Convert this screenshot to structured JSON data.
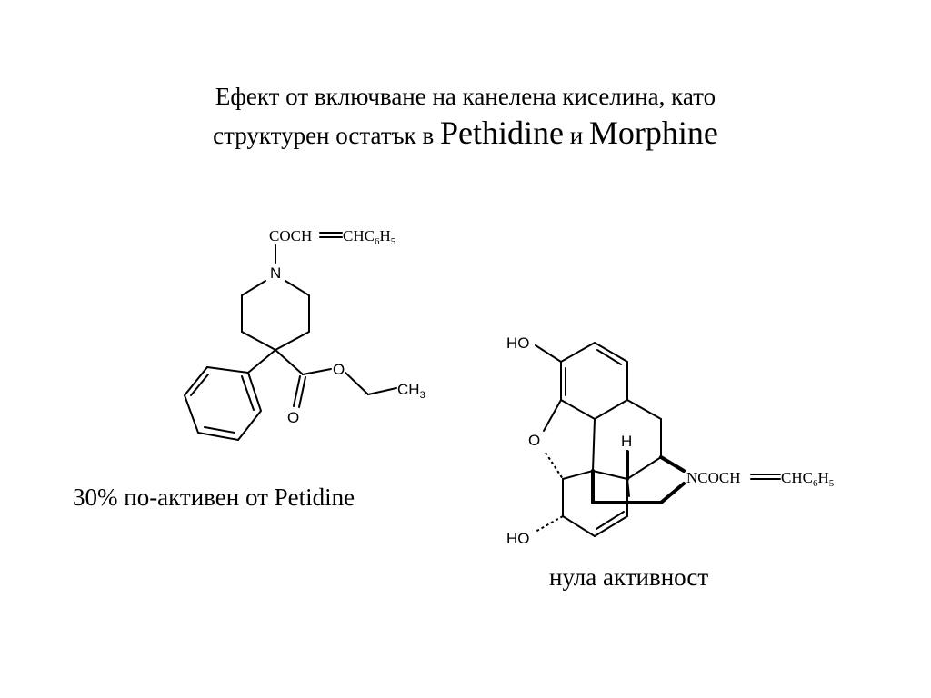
{
  "title": {
    "line1": "Ефект от включване на канелена киселина, като",
    "line2_prefix": "структурен остатък в ",
    "drug1": "Pethidine",
    "conj": " и ",
    "drug2": "Morphine"
  },
  "pethidine": {
    "substituent_a": "COCH",
    "substituent_b": "CHC",
    "sub6": "6",
    "h": "H",
    "sub5": "5",
    "n": "N",
    "o_ester": "O",
    "o_carbonyl": "O",
    "ch": "CH",
    "sub3": "3",
    "caption": "30% по-активен от Petidine"
  },
  "morphine": {
    "ho_top": "HO",
    "o_ring": "O",
    "h": "H",
    "ho_bottom": "HO",
    "n_sub_a": "NCOCH",
    "n_sub_b": "CHC",
    "sub6": "6",
    "hh": "H",
    "sub5": "5",
    "caption": "нула активност"
  }
}
